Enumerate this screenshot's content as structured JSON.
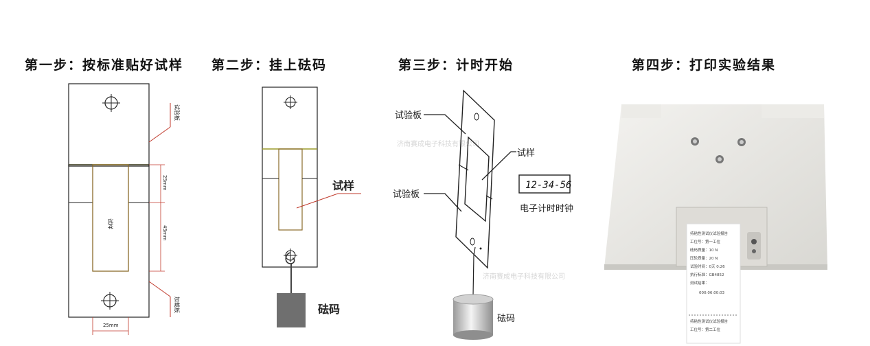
{
  "steps": [
    {
      "title": "第一步：按标准贴好试样"
    },
    {
      "title": "第二步：挂上砝码"
    },
    {
      "title": "第三步：计时开始"
    },
    {
      "title": "第四步：打印实验结果"
    }
  ],
  "step1": {
    "top_plate_label": "试验板",
    "bottom_plate_label": "加载板",
    "sample_label": "试样",
    "dim_25mm_v": "25mm",
    "dim_45mm_v": "45mm",
    "dim_25mm_h": "25mm"
  },
  "step2": {
    "sample_label": "试样",
    "weight_label": "砝码"
  },
  "step3": {
    "plate_top_label": "试验板",
    "plate_bottom_label": "试验板",
    "sample_label": "试样",
    "clock_time": "12-34-56",
    "clock_label": "电子计时时钟",
    "weight_label": "砝码",
    "watermark_1": "济南赛成电子科技有限公司",
    "watermark_2": "济南赛成电子科技有限公司"
  },
  "step4": {
    "receipt_lines": [
      "持粘性测试仪试验报告",
      "工位号：第一工位",
      "砝码质量：10 N",
      "压轮质量：20 N",
      "试验时间：0天 0:26",
      "执行标准：GB4852",
      "测试结果：",
      "000:06:00:03",
      "持粘性测试仪试验报告",
      "工位号：第二工位"
    ]
  }
}
